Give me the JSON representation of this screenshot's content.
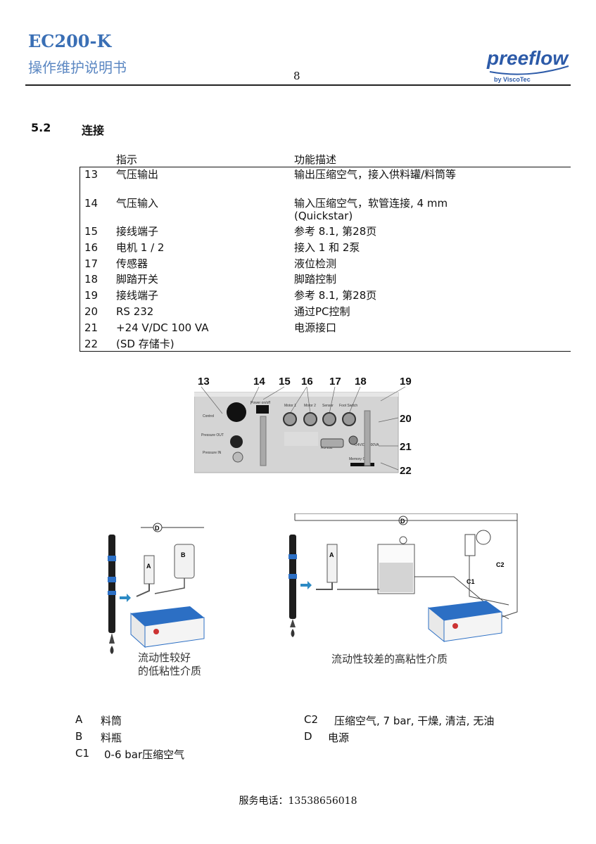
{
  "header": {
    "title": "EC200-K",
    "subtitle": "操作维护说明书",
    "page_number": "8",
    "logo_text": "preeflow",
    "logo_subtext": "by ViscoTec"
  },
  "section": {
    "number": "5.2",
    "title": "连接"
  },
  "table": {
    "col_indicator": "指示",
    "col_description": "功能描述",
    "rows": [
      {
        "num": "13",
        "name": "气压输出",
        "desc": "输出压缩空气，接入供料罐/料筒等",
        "desc2": ""
      },
      {
        "num": "14",
        "name": "气压输入",
        "desc": "输入压缩空气，软管连接, 4 mm",
        "desc2": "(Quickstar)"
      },
      {
        "num": "15",
        "name": "接线端子",
        "desc": "参考  8.1,    第28页",
        "desc2": ""
      },
      {
        "num": "16",
        "name": "电机  1 / 2",
        "desc": "接入  1  和  2泵",
        "desc2": ""
      },
      {
        "num": "17",
        "name": "传感器",
        "desc": "液位检测",
        "desc2": ""
      },
      {
        "num": "18",
        "name": "脚踏开关",
        "desc": "脚踏控制",
        "desc2": ""
      },
      {
        "num": "19",
        "name": "接线端子",
        "desc": "参考  8.1,  第28页",
        "desc2": ""
      },
      {
        "num": "20",
        "name": "RS 232",
        "desc": "通过PC控制",
        "desc2": ""
      },
      {
        "num": "21",
        "name": "+24 V/DC 100 VA",
        "desc": "电源接口",
        "desc2": ""
      },
      {
        "num": "22",
        "name": "(SD  存储卡)",
        "desc": "",
        "desc2": ""
      }
    ]
  },
  "photo": {
    "callouts": [
      "13",
      "14",
      "15",
      "16",
      "17",
      "18",
      "19",
      "20",
      "21",
      "22"
    ],
    "panel_labels": {
      "control": "Control",
      "pressure_out": "Pressure OUT",
      "pressure_in": "Pressure IN",
      "power": "Power on/off",
      "motor1": "Motor 1",
      "motor2": "Motor 2",
      "sensor": "Sensor",
      "foot": "Foot Switch",
      "rs232": "RS 232",
      "power_in": "+24V/DC 100VA",
      "memory": "Memory Card"
    }
  },
  "diagram_left": {
    "label_d": "D",
    "label_a": "A",
    "label_b": "B",
    "caption_line1": "流动性较好",
    "caption_line2": "的低粘性介质"
  },
  "diagram_right": {
    "label_d": "D",
    "label_a": "A",
    "label_c1": "C1",
    "label_c2": "C2",
    "caption": "流动性较差的高粘性介质"
  },
  "legend": {
    "a": {
      "key": "A",
      "text": "料筒"
    },
    "b": {
      "key": "B",
      "text": "料瓶"
    },
    "c1": {
      "key": "C1",
      "text": "0-6 bar压缩空气"
    },
    "c2": {
      "key": "C2",
      "text": "压缩空气, 7 bar,  干燥,  清洁,  无油"
    },
    "d": {
      "key": "D",
      "text": "电源"
    }
  },
  "footer": {
    "service_phone": "服务电话：13538656018"
  },
  "colors": {
    "title_blue": "#3a6fb5",
    "logo_blue": "#2c5aa8",
    "panel_gray": "#cfcfcf"
  }
}
